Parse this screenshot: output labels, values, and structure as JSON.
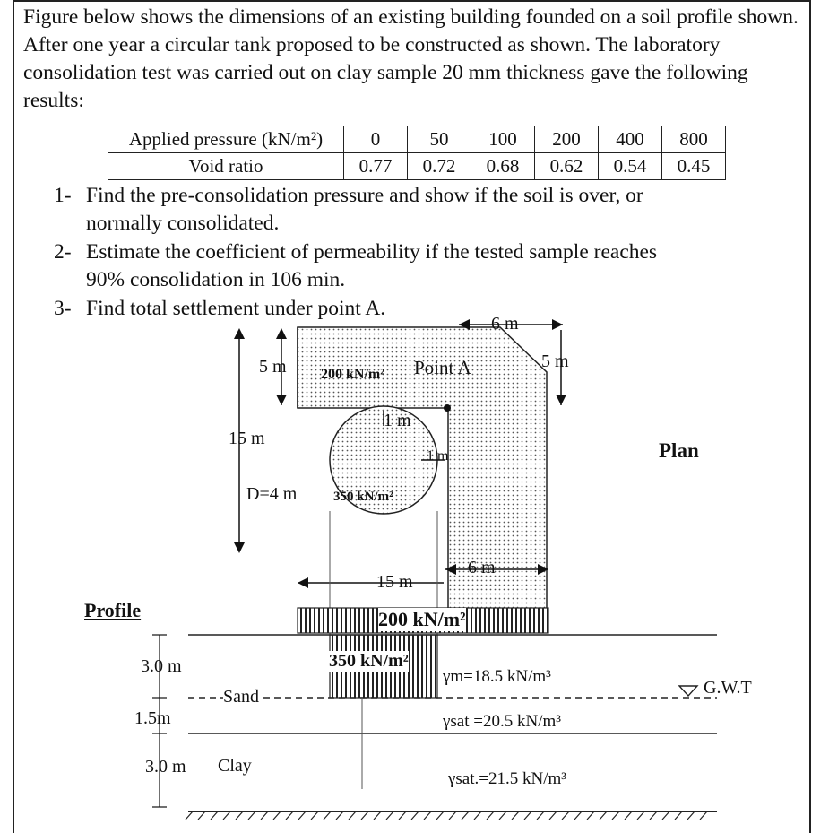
{
  "intro": "Figure below shows the dimensions of an existing building founded on a soil profile shown. After one year a circular tank proposed to be constructed as shown. The laboratory consolidation test was carried out on clay sample 20 mm thickness gave the following results:",
  "table": {
    "row1_label": "Applied pressure (kN/m²)",
    "row2_label": "Void ratio",
    "pressures": [
      "0",
      "50",
      "100",
      "200",
      "400",
      "800"
    ],
    "void_ratios": [
      "0.77",
      "0.72",
      "0.68",
      "0.62",
      "0.54",
      "0.45"
    ]
  },
  "questions": [
    {
      "num": "1-",
      "line1": "Find the pre-consolidation pressure and show if the soil is over, or",
      "line2": "normally consolidated."
    },
    {
      "num": "2-",
      "line1": "Estimate the coefficient of permeability if the tested sample reaches",
      "line2": "90% consolidation in 106 min."
    },
    {
      "num": "3-",
      "line1": "Find total settlement under point A.",
      "line2": ""
    }
  ],
  "plan": {
    "title": "Plan",
    "dim_6m_top": "6 m",
    "dim_5m_left": "5 m",
    "dim_5m_right": "5 m",
    "dim_15m": "15 m",
    "load_building": "200 kN/m²",
    "point_label": "Point A",
    "dim_1m_top": "1 m",
    "dim_1m_right": "1 m",
    "tank_dia": "D=4 m",
    "load_tank": "350 kN/m²",
    "dim_6m_bottom": "6 m",
    "dim_15m_bottom": "15 m"
  },
  "profile": {
    "title": "Profile",
    "load_building": "200 kN/m²",
    "load_tank": "350 kN/m²",
    "h1": "3.0 m",
    "h2": "1.5m",
    "h3": "3.0 m",
    "sand": "Sand",
    "clay": "Clay",
    "gw": "G.W.T",
    "gamma_m": "γm=18.5 kN/m³",
    "gamma_sat1": "γsat =20.5 kN/m³",
    "gamma_sat2": "γsat.=21.5 kN/m³"
  }
}
